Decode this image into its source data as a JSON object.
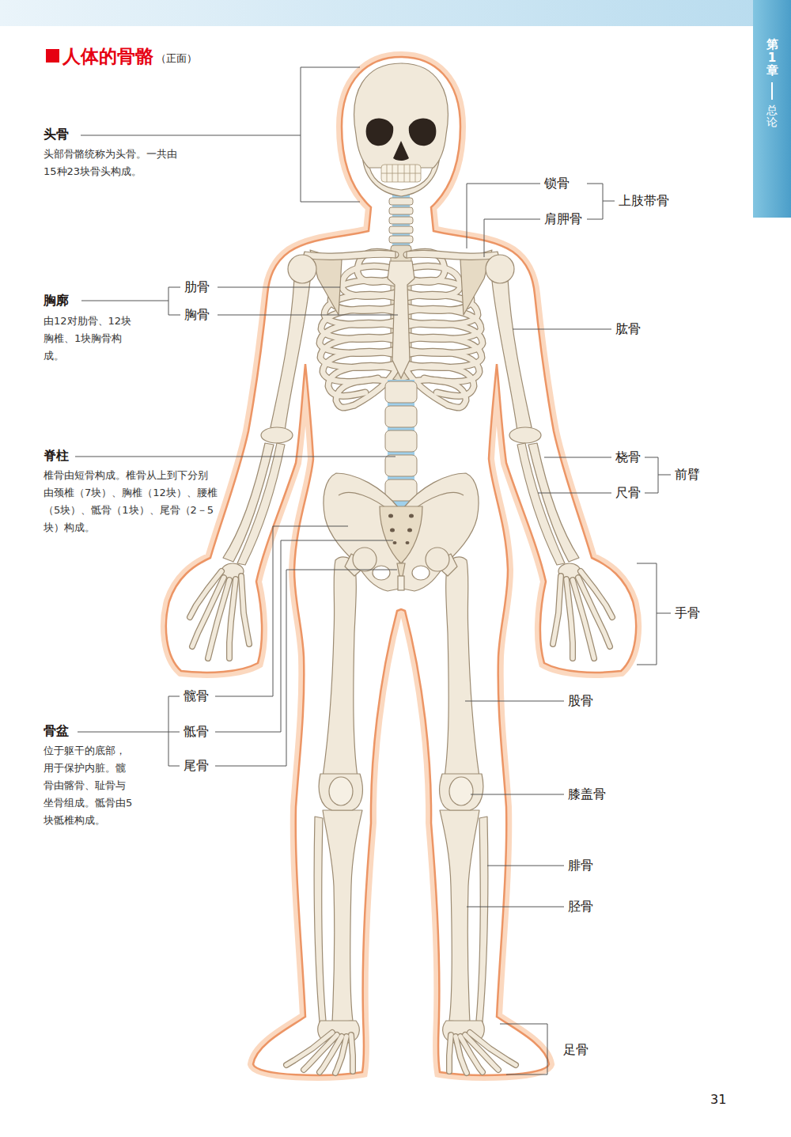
{
  "diagram": {
    "title": "人体的骨骼",
    "nodes": [
      {
        "text": [
          "第1章",
          "总论"
        ]
      }
    ],
    "labels": [
      "（正面）",
      "头骨",
      "头部骨骼统称为头骨。一共由15种23块骨头构成。",
      "锁骨",
      "上肢带骨",
      "肩胛骨",
      "肋骨",
      "胸廓",
      "胸骨",
      "由12对肋骨、12块胸椎、1块胸骨构成。",
      "肱骨",
      "脊柱",
      "椎骨由短骨构成。椎骨从上到下分别由颈椎（7块）、胸椎（12块）、腰椎（5块）、骶骨（1块）、尾骨（2－5块）构成。",
      "桡骨",
      "前臂",
      "尺骨",
      "手骨",
      "髋骨",
      "股骨",
      "骨盆",
      "骶骨",
      "位于躯干的底部，用于保护内脏。髋骨由髂骨、耻骨与坐骨组成。骶骨由5块骶椎构成。",
      "尾骨",
      "膝盖骨",
      "腓骨",
      "胫骨",
      "足骨",
      "31"
    ]
  }
}
